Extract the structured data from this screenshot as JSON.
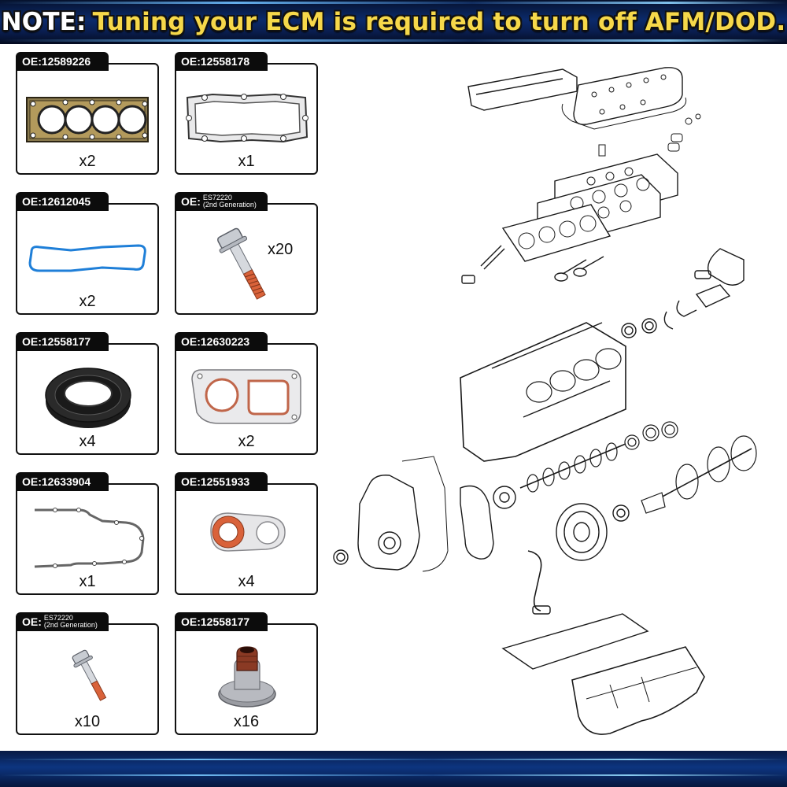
{
  "banner": {
    "note_label": "NOTE:",
    "message": "Tuning your ECM is required to turn off AFM/DOD."
  },
  "parts": [
    {
      "oe_prefix": "OE:",
      "oe_number": "12589226",
      "qty": "x2",
      "icon": "cylinder-head-gasket-icon"
    },
    {
      "oe_prefix": "OE:",
      "oe_number": "12558178",
      "qty": "x1",
      "icon": "valve-cover-gasket-icon"
    },
    {
      "oe_prefix": "OE:",
      "oe_number": "12612045",
      "qty": "x2",
      "icon": "rubber-cover-gasket-icon"
    },
    {
      "oe_prefix": "OE:",
      "oe_number": "ES72220",
      "oe_note": "(2nd Generation)",
      "qty": "x20",
      "icon": "head-bolt-icon"
    },
    {
      "oe_prefix": "OE:",
      "oe_number": "12558177",
      "qty": "x4",
      "icon": "rear-main-seal-icon"
    },
    {
      "oe_prefix": "OE:",
      "oe_number": "12630223",
      "qty": "x2",
      "icon": "water-pump-gasket-icon"
    },
    {
      "oe_prefix": "OE:",
      "oe_number": "12633904",
      "qty": "x1",
      "icon": "timing-cover-gasket-icon"
    },
    {
      "oe_prefix": "OE:",
      "oe_number": "12551933",
      "qty": "x4",
      "icon": "oil-pump-gasket-icon"
    },
    {
      "oe_prefix": "OE:",
      "oe_number": "ES72220",
      "oe_note": "(2nd Generation)",
      "qty": "x10",
      "icon": "head-bolt-icon"
    },
    {
      "oe_prefix": "OE:",
      "oe_number": "12558177",
      "qty": "x16",
      "icon": "valve-stem-seal-icon"
    }
  ],
  "colors": {
    "banner_dark": "#0b2a6b",
    "note_white": "#ffffff",
    "message_yellow": "#f6d84a",
    "tab_black": "#0c0c0c",
    "gasket_blue": "#1f7fd8",
    "sealant_orange": "#d9623a"
  },
  "illustration": {
    "icon": "exploded-engine-diagram-icon"
  }
}
